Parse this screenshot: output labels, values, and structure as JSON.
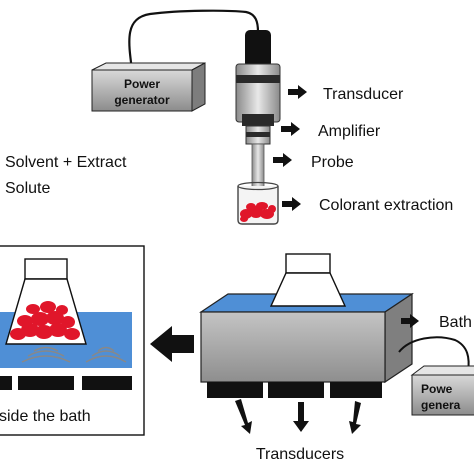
{
  "top": {
    "power_generator_line1": "Power",
    "power_generator_line2": "generator",
    "transducer": "Transducer",
    "amplifier": "Amplifier",
    "probe": "Probe",
    "colorant_extraction": "Colorant extraction",
    "solvent_extract": "Solvent + Extract",
    "solute": "Solute"
  },
  "bottom": {
    "inside_bath": "side the bath",
    "bath": "Bath",
    "power_generator_line1": "Powe",
    "power_generator_line2": "genera",
    "transducers": "Transducers"
  },
  "colors": {
    "device_gray": "#b0b0b0",
    "bath_blue": "#4f8fd6",
    "extract_red": "#e0162a",
    "black": "#111111"
  }
}
